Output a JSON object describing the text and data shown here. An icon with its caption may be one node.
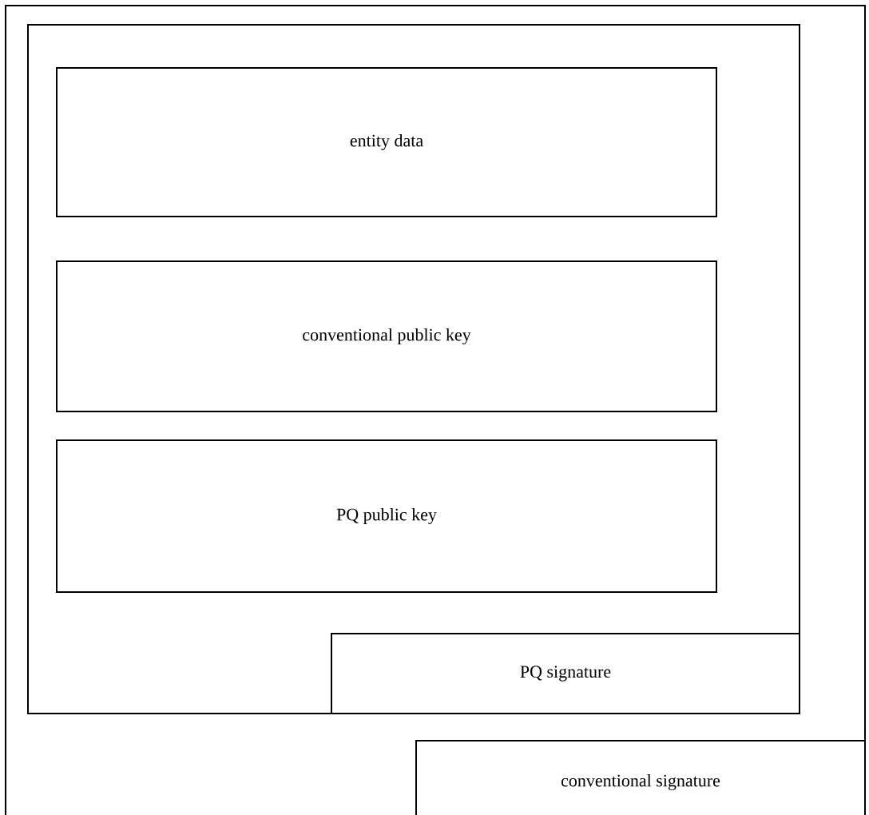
{
  "diagram": {
    "nodes": [
      {
        "text": [],
        "shape": "box"
      },
      {
        "text": [],
        "shape": "box",
        "in": 0
      },
      {
        "text": [
          "entity data"
        ],
        "in": 1
      },
      {
        "text": [
          "conventional public key"
        ],
        "in": 1
      },
      {
        "text": [
          "PQ public key"
        ],
        "in": 1
      },
      {
        "text": [
          "PQ signature"
        ],
        "in": 1
      },
      {
        "text": [
          "conventional signature"
        ],
        "in": 0
      }
    ]
  }
}
